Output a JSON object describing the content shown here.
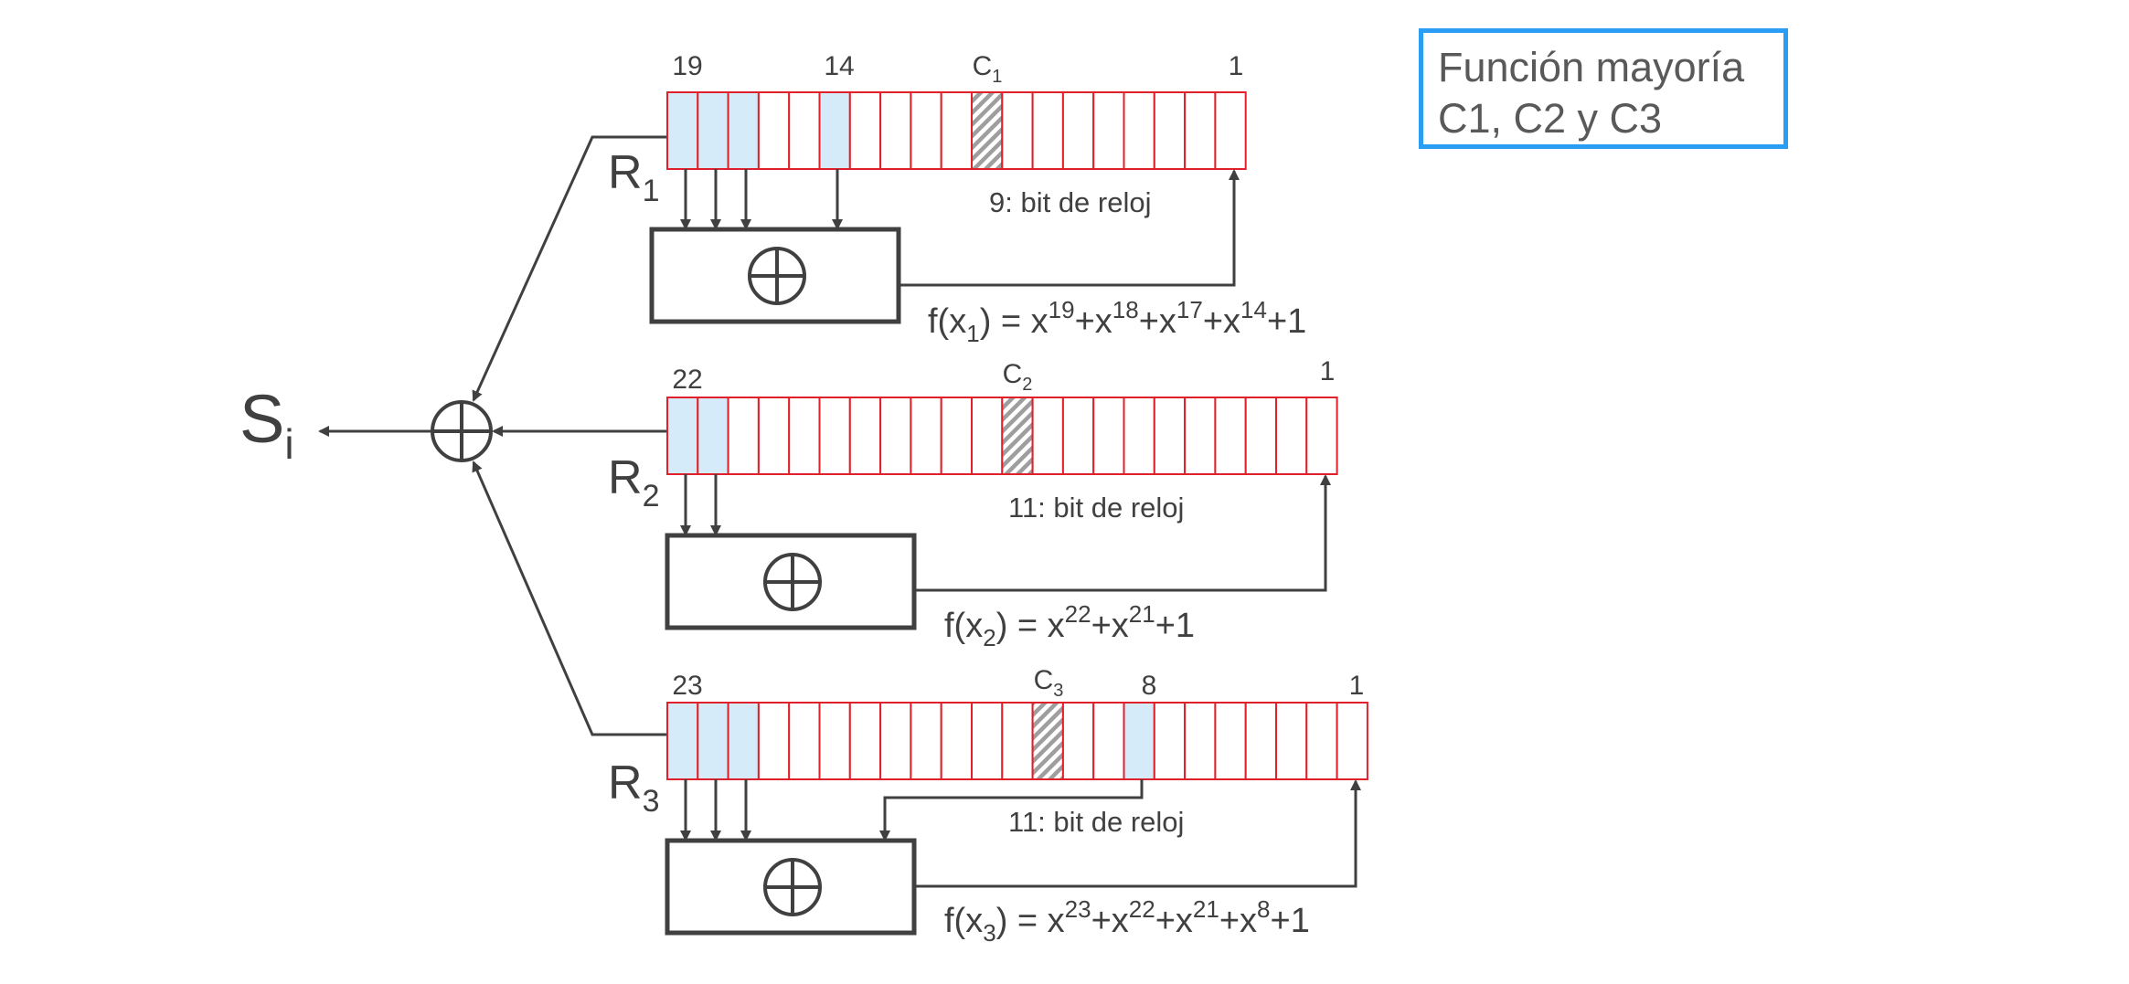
{
  "output_label": {
    "base": "S",
    "sub": "i"
  },
  "majority_box": {
    "line1": "Función mayoría",
    "line2": "C1, C2 y C3"
  },
  "colors": {
    "cell_border": "#e0202a",
    "tap_fill": "#d6ebf9",
    "line": "#404040",
    "box_border": "#2a9df4",
    "text": "#404040"
  },
  "xor_symbol_icon": "circle-plus-icon",
  "registers": [
    {
      "name": {
        "base": "R",
        "sub": "1"
      },
      "length": 19,
      "taps": [
        19,
        18,
        17,
        14
      ],
      "clock_bit": 9,
      "labels": [
        {
          "text": "19",
          "sub": ""
        },
        {
          "text": "14",
          "sub": ""
        },
        {
          "text": "C",
          "sub": "1"
        },
        {
          "text": "1",
          "sub": ""
        }
      ],
      "clock_note": "9: bit de reloj",
      "poly": {
        "prefix": "f(x",
        "sub": "1",
        "mid": ") = x",
        "sup1": "19",
        "t1": "+x",
        "sup2": "18",
        "t2": "+x",
        "sup3": "17",
        "t3": "+x",
        "sup4": "14",
        "t4": "+1"
      }
    },
    {
      "name": {
        "base": "R",
        "sub": "2"
      },
      "length": 22,
      "taps": [
        22,
        21
      ],
      "clock_bit": 11,
      "labels": [
        {
          "text": "22",
          "sub": ""
        },
        {
          "text": "C",
          "sub": "2"
        },
        {
          "text": "1",
          "sub": ""
        }
      ],
      "clock_note": "11: bit de reloj",
      "poly": {
        "prefix": "f(x",
        "sub": "2",
        "mid": ") = x",
        "sup1": "22",
        "t1": "+x",
        "sup2": "21",
        "t2": "+1"
      }
    },
    {
      "name": {
        "base": "R",
        "sub": "3"
      },
      "length": 23,
      "taps": [
        23,
        22,
        21,
        8
      ],
      "clock_bit": 11,
      "labels": [
        {
          "text": "23",
          "sub": ""
        },
        {
          "text": "C",
          "sub": "3"
        },
        {
          "text": "8",
          "sub": ""
        },
        {
          "text": "1",
          "sub": ""
        }
      ],
      "clock_note": "11: bit de reloj",
      "poly": {
        "prefix": "f(x",
        "sub": "3",
        "mid": ") = x",
        "sup1": "23",
        "t1": "+x",
        "sup2": "22",
        "t2": "+x",
        "sup3": "21",
        "t3": "+x",
        "sup4": "8",
        "t4": "+1"
      }
    }
  ]
}
